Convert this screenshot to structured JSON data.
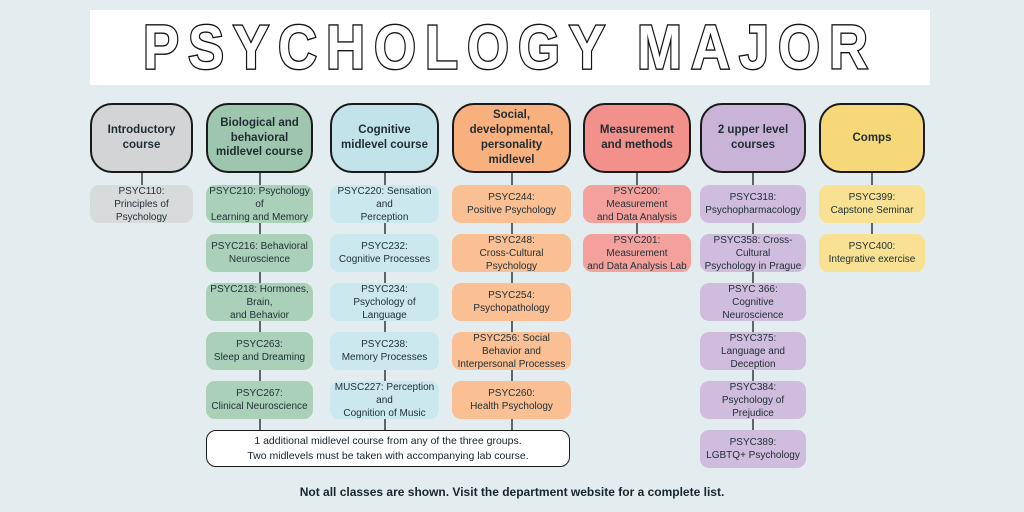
{
  "title": "PSYCHOLOGY MAJOR",
  "note_line1": "1 additional midlevel course from any of the three groups.",
  "note_line2": "Two midlevels must be taken with accompanying lab course.",
  "footer": "Not all classes are shown. Visit the department website for a complete list.",
  "colors": {
    "background": "#e3edf0",
    "banner": "#ffffff",
    "text": "#1f2d33",
    "box_border": "#1a1a1a",
    "connector": "#5f6568"
  },
  "columns": [
    {
      "id": "introductory",
      "header": "Introductory\ncourse",
      "header_color": "#d3d4d5",
      "course_color": "#d9dadc",
      "connects_to_note": false,
      "courses": [
        "PSYC110:\nPrinciples of Psychology"
      ]
    },
    {
      "id": "biological-behavioral",
      "header": "Biological and\nbehavioral\nmidlevel course",
      "header_color": "#9ec5ad",
      "course_color": "#abd0ba",
      "connects_to_note": true,
      "courses": [
        "PSYC210: Psychology of\nLearning and Memory",
        "PSYC216: Behavioral\nNeuroscience",
        "PSYC218: Hormones, Brain,\nand Behavior",
        "PSYC263:\nSleep and Dreaming",
        "PSYC267:\nClinical Neuroscience"
      ]
    },
    {
      "id": "cognitive",
      "header": "Cognitive\nmidlevel course",
      "header_color": "#c3e3ea",
      "course_color": "#cbe8ee",
      "connects_to_note": true,
      "courses": [
        "PSYC220: Sensation and\nPerception",
        "PSYC232:\nCognitive Processes",
        "PSYC234:\nPsychology of Language",
        "PSYC238:\nMemory Processes",
        "MUSC227: Perception and\nCognition of Music"
      ]
    },
    {
      "id": "social-developmental",
      "header": "Social,\ndevelopmental,\npersonality midlevel",
      "header_color": "#f8b17e",
      "course_color": "#fabf93",
      "connects_to_note": true,
      "courses": [
        "PSYC244:\nPositive Psychology",
        "PSYC248:\nCross-Cultural Psychology",
        "PSYC254:\nPsychopathology",
        "PSYC256: Social Behavior and\nInterpersonal Processes",
        "PSYC260:\nHealth Psychology"
      ]
    },
    {
      "id": "measurement-methods",
      "header": "Measurement\nand methods",
      "header_color": "#f2908c",
      "course_color": "#f4a19e",
      "connects_to_note": false,
      "courses": [
        "PSYC200: Measurement\nand Data Analysis",
        "PSYC201: Measurement\nand Data Analysis Lab"
      ]
    },
    {
      "id": "upper-level",
      "header": "2 upper level\ncourses",
      "header_color": "#c9b3d7",
      "course_color": "#d0bcdc",
      "connects_to_note": false,
      "courses": [
        "PSYC318:\nPsychopharmacology",
        "PSYC358: Cross-Cultural\nPsychology in Prague",
        "PSYC 366:\nCognitive Neuroscience",
        "PSYC375:\nLanguage and Deception",
        "PSYC384:\nPsychology of Prejudice",
        "PSYC389:\nLGBTQ+ Psychology"
      ]
    },
    {
      "id": "comps",
      "header": "Comps",
      "header_color": "#f6d879",
      "course_color": "#f8e192",
      "connects_to_note": false,
      "courses": [
        "PSYC399:\nCapstone Seminar",
        "PSYC400:\nIntegrative exercise"
      ]
    }
  ]
}
